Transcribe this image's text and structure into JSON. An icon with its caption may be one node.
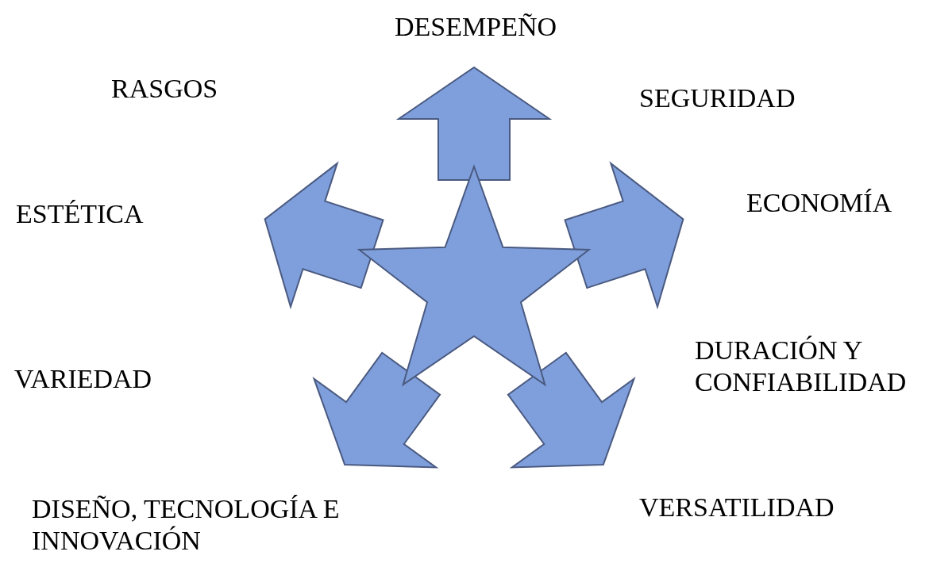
{
  "diagram": {
    "labels": [
      "DESEMPEÑO",
      "RASGOS",
      "SEGURIDAD",
      "ECONOMÍA",
      "ESTÉTICA",
      "DURACIÓN Y CONFIABILIDAD",
      "VARIEDAD",
      "VERSATILIDAD",
      "DISEÑO, TECNOLOGÍA E INNOVACIÓN"
    ]
  }
}
